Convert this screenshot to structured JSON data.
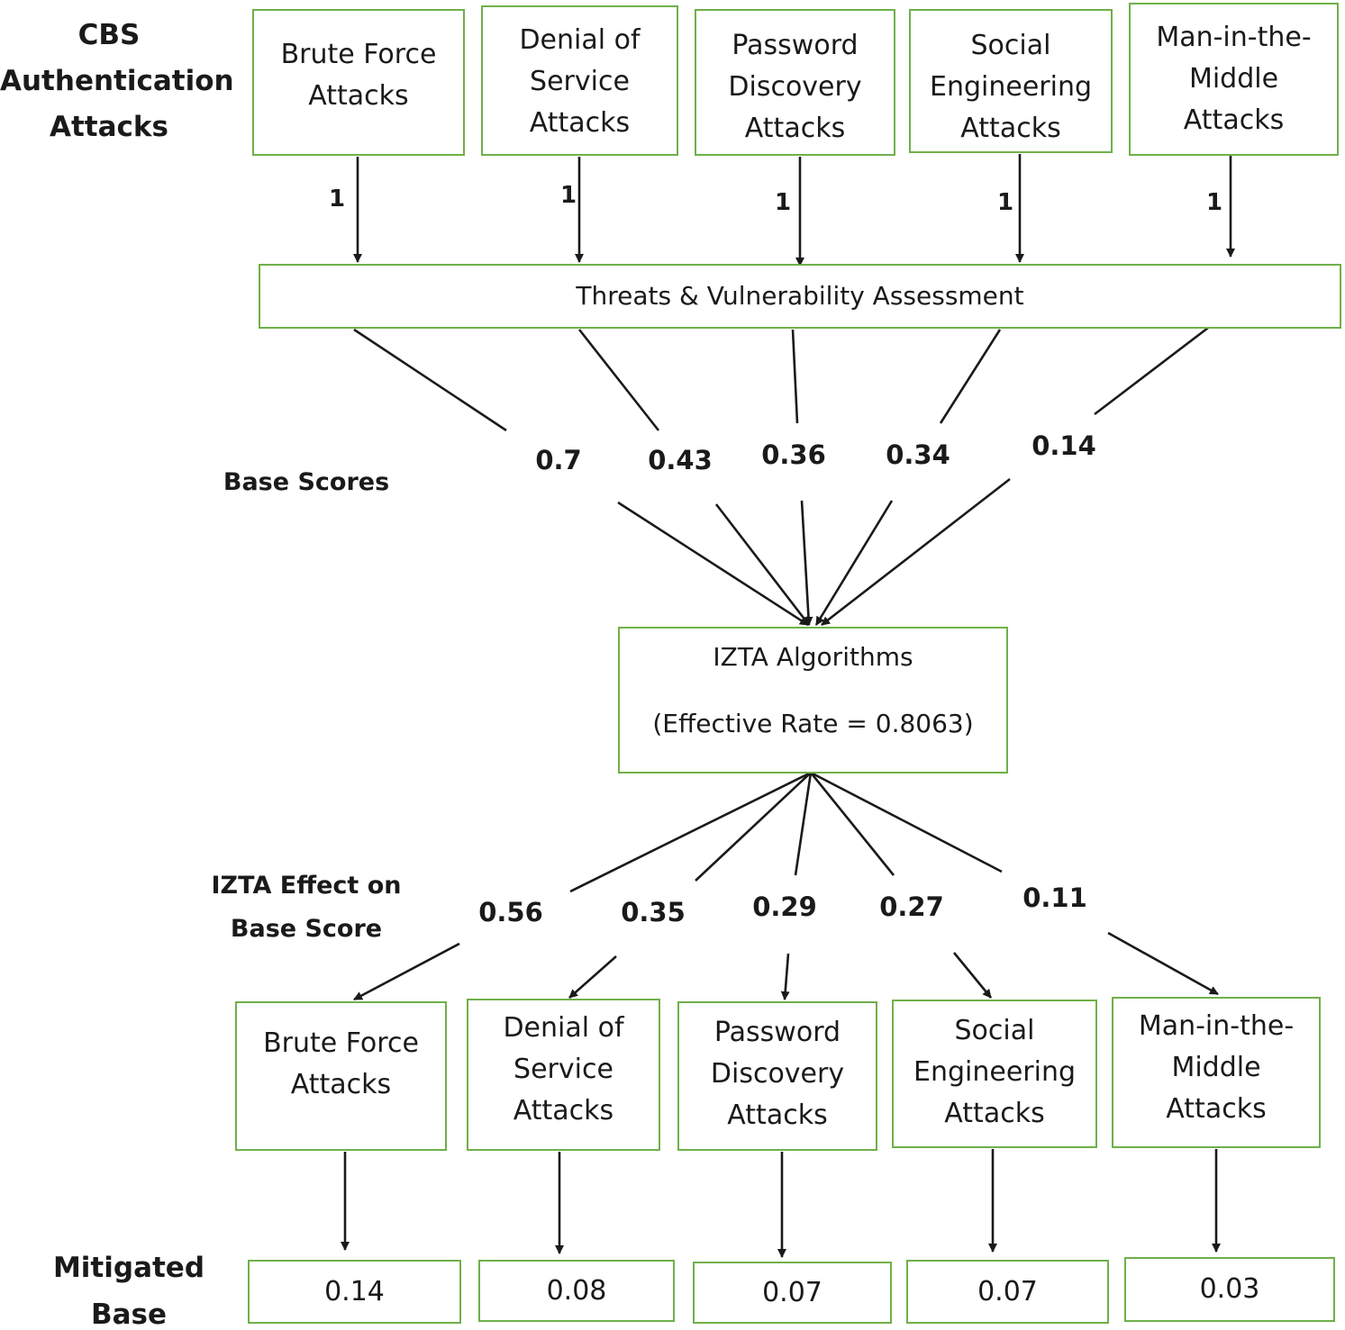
{
  "labels": {
    "cbs_attacks": "CBS\nAuthentication\nAttacks",
    "base_scores": "Base Scores",
    "izta_effect": "IZTA Effect on\nBase Score",
    "mitigated": "Mitigated\nBase Scores"
  },
  "top_attacks": [
    "Brute Force\nAttacks",
    "Denial of\nService\nAttacks",
    "Password\nDiscovery\nAttacks",
    "Social\nEngineering\nAttacks",
    "Man-in-the-\nMiddle\nAttacks"
  ],
  "input_weights": [
    "1",
    "1",
    "1",
    "1",
    "1"
  ],
  "assessment": "Threats & Vulnerability Assessment",
  "base_scores": [
    "0.7",
    "0.43",
    "0.36",
    "0.34",
    "0.14"
  ],
  "izta": {
    "title": "IZTA Algorithms",
    "rate": "(Effective Rate = 0.8063)"
  },
  "izta_effect_scores": [
    "0.56",
    "0.35",
    "0.29",
    "0.27",
    "0.11"
  ],
  "bottom_attacks": [
    "Brute Force\nAttacks",
    "Denial of\nService\nAttacks",
    "Password\nDiscovery\nAttacks",
    "Social\nEngineering\nAttacks",
    "Man-in-the-\nMiddle\nAttacks"
  ],
  "mitigated_scores": [
    "0.14",
    "0.08",
    "0.07",
    "0.07",
    "0.03"
  ],
  "colors": {
    "box_border": "#6fb04a",
    "line": "#1a1a1a"
  }
}
